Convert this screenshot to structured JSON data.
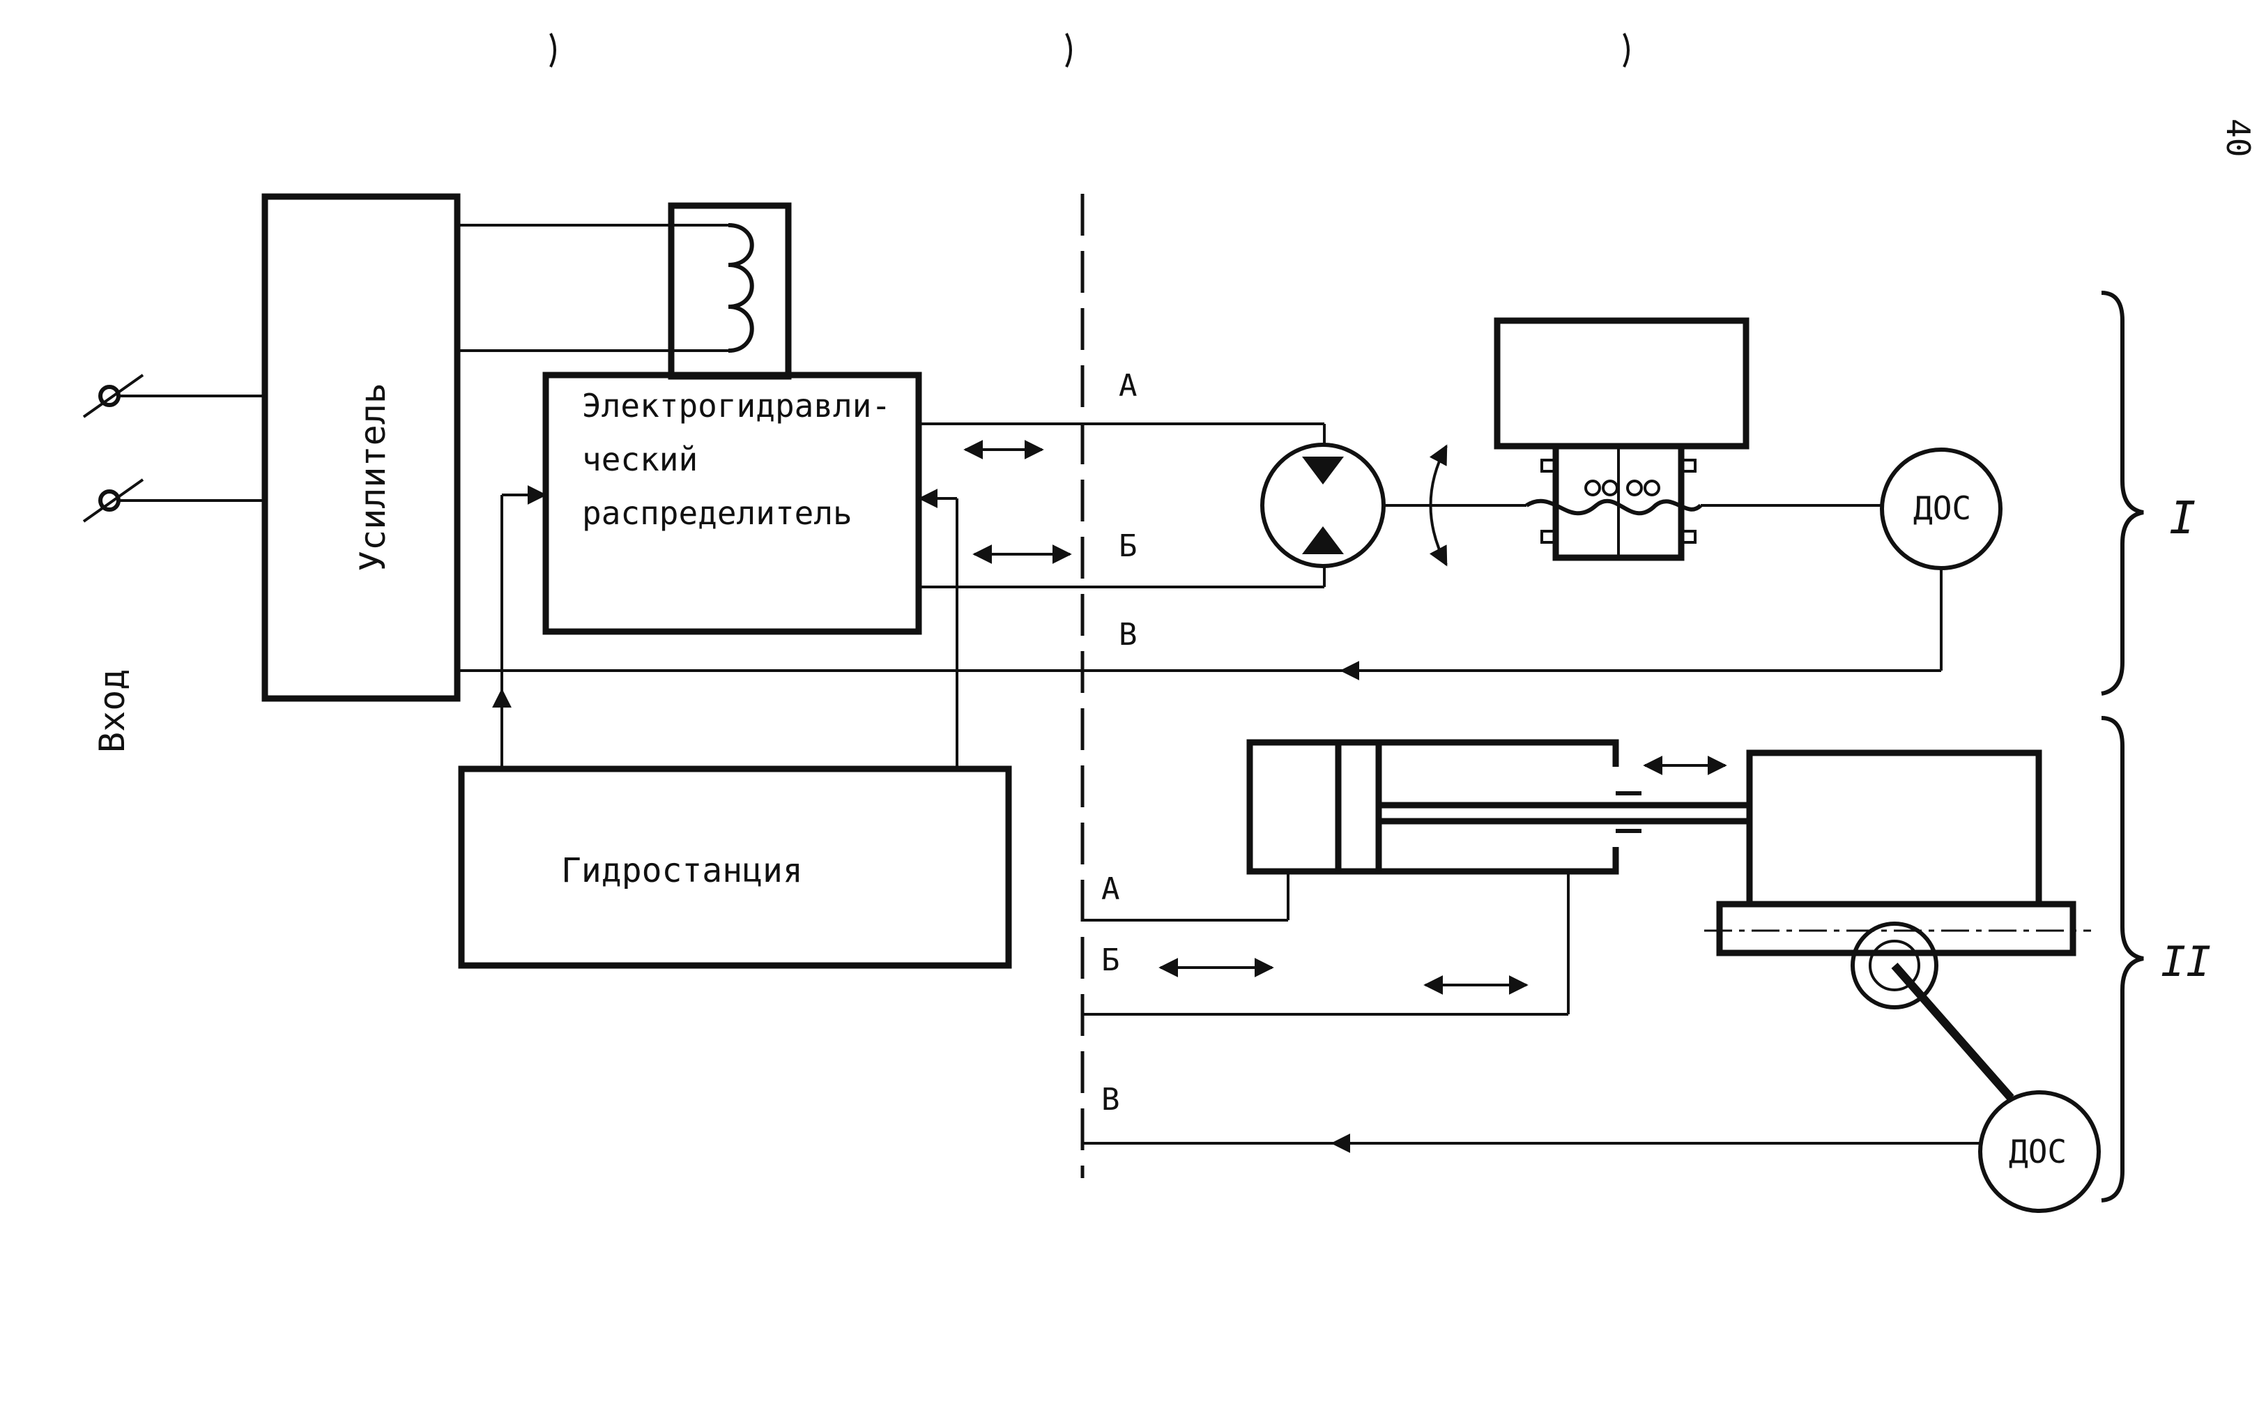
{
  "page_number": "40",
  "input_label": "Вход",
  "blocks": {
    "amplifier": "Усилитель",
    "distributor_line1": "Электрогидравли-",
    "distributor_line2": "ческий",
    "distributor_line3": "распределитель",
    "hydro_station": "Гидростанция"
  },
  "lines_top": {
    "a": "А",
    "b": "Б",
    "v": "В"
  },
  "lines_bottom": {
    "a": "А",
    "b": "Б",
    "v": "В"
  },
  "sensors": {
    "top": "ДОС",
    "bottom": "ДОС"
  },
  "section_labels": {
    "first": "I",
    "second": "II"
  }
}
